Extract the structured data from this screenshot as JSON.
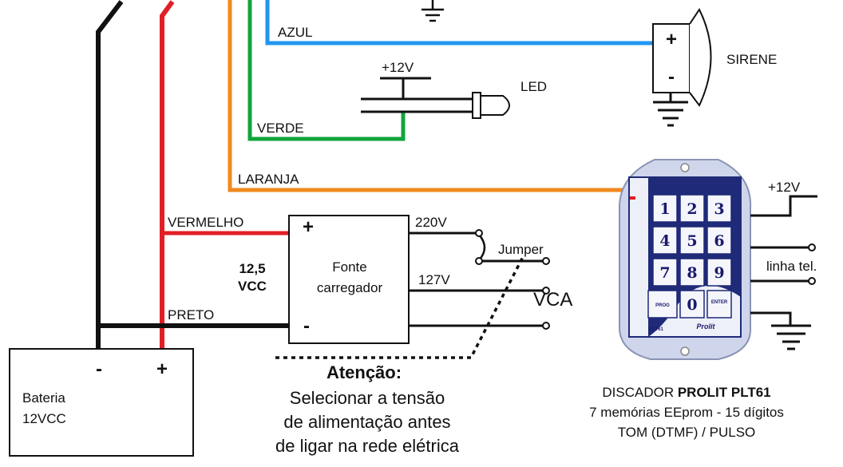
{
  "colors": {
    "blue": "#2196f0",
    "green": "#12a43c",
    "orange": "#f0891e",
    "red": "#e11f26",
    "black": "#111111",
    "panel": "#cfd6ec",
    "panel_dark": "#1f2a78"
  },
  "labels": {
    "azul": "AZUL",
    "sirene": "SIRENE",
    "siren_plus": "+",
    "siren_minus": "-",
    "led_v": "+12V",
    "led": "LED",
    "verde": "VERDE",
    "laranja": "LARANJA",
    "vermelho": "VERMELHO",
    "preto": "PRETO",
    "v220": "220V",
    "v127": "127V",
    "jumper": "Jumper",
    "vca": "VCA",
    "vcc_value": "12,5",
    "vcc_unit": "VCC",
    "fonte_plus": "+",
    "fonte_minus": "-",
    "fonte_line1": "Fonte",
    "fonte_line2": "carregador",
    "batt_minus": "-",
    "batt_plus": "+",
    "batt_line1": "Bateria",
    "batt_line2": "12VCC",
    "dialer_v": "+12V",
    "linha_tel": "linha tel."
  },
  "attention": {
    "title": "Atenção:",
    "line1": "Selecionar a tensão",
    "line2": "de alimentação antes",
    "line3": "de ligar na rede elétrica"
  },
  "dialer": {
    "line1_prefix": "DISCADOR ",
    "line1_bold": "PROLIT PLT61",
    "line2": "7 memórias EEprom - 15 dígitos",
    "line3": "TOM (DTMF) / PULSO",
    "model_tag": "PLT61",
    "brand_tag": "Prolit",
    "keys": [
      "1",
      "2",
      "3",
      "4",
      "5",
      "6",
      "7",
      "8",
      "9",
      "0"
    ],
    "key_prog": "PROG",
    "key_enter": "ENTER"
  }
}
